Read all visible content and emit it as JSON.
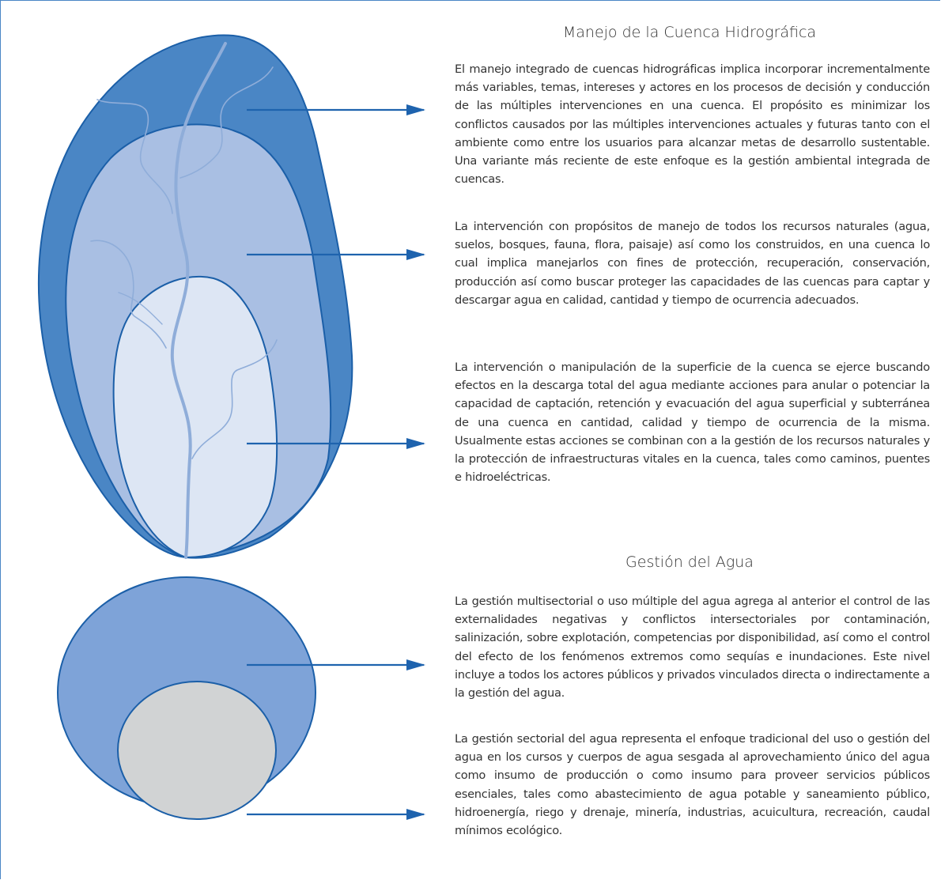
{
  "colors": {
    "frame": "#4a86c5",
    "outer_basin": "#4a86c5",
    "middle_basin": "#a9bfe3",
    "inner_basin": "#dde6f4",
    "outline": "#1b5fa8",
    "river": "#8fadd9",
    "circle_outer": "#7ea3d8",
    "circle_inner": "#d1d3d4",
    "arrow": "#1e63ae"
  },
  "sections": {
    "manejo": {
      "title": "Manejo de la Cuenca Hidrográfica",
      "paragraphs": [
        "El manejo integrado de cuencas hidrográficas implica incorporar incrementalmente más variables, temas, intereses y actores en los procesos de decisión y conducción de las múltiples intervenciones en una cuenca. El propósito es minimizar los conflictos causados por las múltiples intervenciones actuales y futuras tanto con el ambiente como entre los usuarios para alcanzar metas de desarrollo sustentable. Una variante más reciente de este enfoque es la gestión ambiental integrada de cuencas.",
        "La intervención con propósitos de manejo de todos los recursos naturales (agua, suelos, bosques, fauna, flora, paisaje)  así como los construidos, en una cuenca lo cual implica manejarlos con fines de protección, recuperación, conservación, producción así como buscar proteger las capacidades de las cuencas para captar y descargar agua en calidad, cantidad y tiempo de ocurrencia adecuados.",
        "La intervención o manipulación de la superficie de la cuenca se ejerce buscando efectos en la descarga total del agua mediante acciones para anular o potenciar la capacidad de captación, retención y evacuación del agua superficial y subterránea de una cuenca en cantidad, calidad y tiempo de ocurrencia de la misma. Usualmente estas acciones se combinan con a la gestión de los recursos naturales y la protección de infraestructuras vitales en la cuenca, tales como caminos, puentes e hidroeléctricas."
      ]
    },
    "gestion": {
      "title": "Gestión del Agua",
      "paragraphs": [
        "La gestión multisectorial o uso múltiple del agua agrega al anterior el control de las externalidades negativas y conflictos intersectoriales por contaminación, salinización, sobre explotación, competencias por disponibilidad, así como el control del efecto de los fenómenos extremos como sequías e inundaciones. Este nivel incluye a todos los actores públicos y privados vinculados directa o indirectamente a la gestión del agua.",
        "La gestión sectorial del agua representa el enfoque tradicional del uso o gestión del agua en los cursos y cuerpos de agua sesgada al aprovechamiento único del agua como insumo de producción o como insumo para proveer servicios públicos esenciales, tales como abastecimiento de agua potable y saneamiento público, hidroenergía, riego y drenaje, minería, industrias, acuicultura, recreación, caudal mínimos ecológico."
      ]
    }
  }
}
